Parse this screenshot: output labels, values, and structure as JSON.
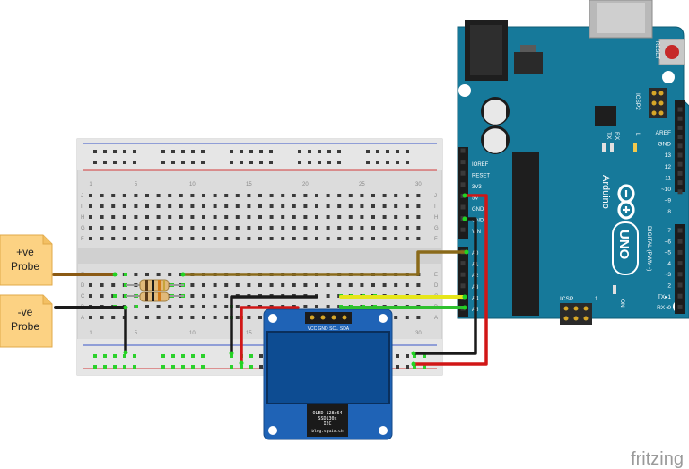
{
  "probes": {
    "positive": {
      "line1": "+ve",
      "line2": "Probe"
    },
    "negative": {
      "line1": "-ve",
      "line2": "Probe"
    }
  },
  "breadboard": {
    "column_numbers": [
      "1",
      "5",
      "10",
      "15",
      "20",
      "25",
      "30"
    ],
    "row_letters_top": [
      "J",
      "I",
      "H",
      "G",
      "F"
    ],
    "row_letters_bottom": [
      "E",
      "D",
      "C",
      "B",
      "A"
    ]
  },
  "arduino": {
    "brand": "Arduino",
    "model": "UNO",
    "reset_label": "RESET",
    "icsp2_label": "ICSP2",
    "icsp_label": "ICSP",
    "icsp_one": "1",
    "on_label": "ON",
    "tx_label": "TX",
    "rx_label": "RX",
    "l_label": "L",
    "digital_label": "DIGITAL (PWM~)",
    "left_header": [
      "IOREF",
      "RESET",
      "3V3",
      "5V",
      "GND",
      "GND",
      "VIN"
    ],
    "analog_header": [
      "A0",
      "A1",
      "A2",
      "A3",
      "A4",
      "A5"
    ],
    "right_header_top": [
      "AREF",
      "GND",
      "13",
      "12",
      "~11",
      "~10",
      "~9",
      "8"
    ],
    "right_header_bottom": [
      "7",
      "~6",
      "~5",
      "4",
      "~3",
      "2",
      "TX▸1",
      "RX◂0"
    ]
  },
  "oled": {
    "pins": [
      "VCC",
      "GND",
      "SCL",
      "SDA"
    ],
    "chip_line1": "OLED 128x64",
    "chip_line2": "SSD130x",
    "chip_line3": "I2C",
    "chip_line4": "blog.squix.ch"
  },
  "watermark": "fritzing",
  "colors": {
    "arduino_board": "#16799a",
    "oled_board": "#1f63b6",
    "oled_screen": "#0d4c92",
    "breadboard": "#dcdcdc",
    "probe_label": "#fcd283",
    "wire_brown": "#8b5a14",
    "wire_olive": "#8a6a1a",
    "wire_black": "#1a1a1a",
    "wire_red": "#d11616",
    "wire_yellow": "#e6e61a",
    "wire_green": "#2ec02e"
  }
}
